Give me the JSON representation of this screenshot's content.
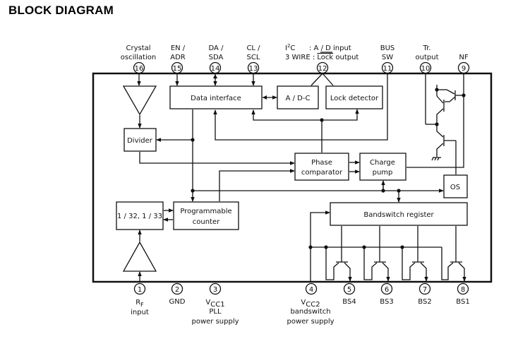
{
  "title": "BLOCK DIAGRAM",
  "blocks": {
    "data_interface": "Data interface",
    "adc": "A / D-C",
    "lock_detector": "Lock detector",
    "divider": "Divider",
    "phase_comparator": [
      "Phase",
      "comparator"
    ],
    "charge_pump": [
      "Charge",
      "pump"
    ],
    "os": "OS",
    "prescaler": "1 / 32,  1 / 33",
    "programmable_counter": [
      "Programmable",
      "counter"
    ],
    "bandswitch_register": "Bandswitch  register"
  },
  "top_pins": [
    {
      "num": "16",
      "label": [
        "Crystal",
        "oscillation"
      ]
    },
    {
      "num": "15",
      "label": [
        "EN /",
        "ADR"
      ]
    },
    {
      "num": "14",
      "label": [
        "DA /",
        "SDA"
      ]
    },
    {
      "num": "13",
      "label": [
        "CL /",
        "SCL"
      ]
    },
    {
      "num": "12",
      "label": [
        "I²C    : A / D  input",
        "3 WIRE : Lock  output"
      ]
    },
    {
      "num": "11",
      "label": [
        "BUS",
        "SW"
      ]
    },
    {
      "num": "10",
      "label": [
        "Tr.",
        "output"
      ]
    },
    {
      "num": "9",
      "label": [
        "NF",
        ""
      ]
    }
  ],
  "bottom_pins": [
    {
      "num": "1",
      "label": [
        "RF",
        "input",
        ""
      ]
    },
    {
      "num": "2",
      "label": [
        "GND",
        "",
        ""
      ]
    },
    {
      "num": "3",
      "label": [
        "VCC1",
        "PLL",
        "power supply"
      ]
    },
    {
      "num": "4",
      "label": [
        "VCC2",
        "bandswitch",
        "power supply"
      ]
    },
    {
      "num": "5",
      "label": [
        "BS4",
        "",
        ""
      ]
    },
    {
      "num": "6",
      "label": [
        "BS3",
        "",
        ""
      ]
    },
    {
      "num": "7",
      "label": [
        "BS2",
        "",
        ""
      ]
    },
    {
      "num": "8",
      "label": [
        "BS1",
        "",
        ""
      ]
    }
  ],
  "pin12_i2c": "I",
  "pin12_sup": "2",
  "pin12_c": "C",
  "pin12_line1_rest": ": A / D  input",
  "pin12_line2_a": "3 WIRE : ",
  "pin12_line2_lock": "Lock",
  "pin12_line2_rest": " output",
  "rf_r": "R",
  "rf_sub": "F",
  "vcc1_v": "V",
  "vcc1_sub": "CC1",
  "vcc2_v": "V",
  "vcc2_sub": "CC2"
}
